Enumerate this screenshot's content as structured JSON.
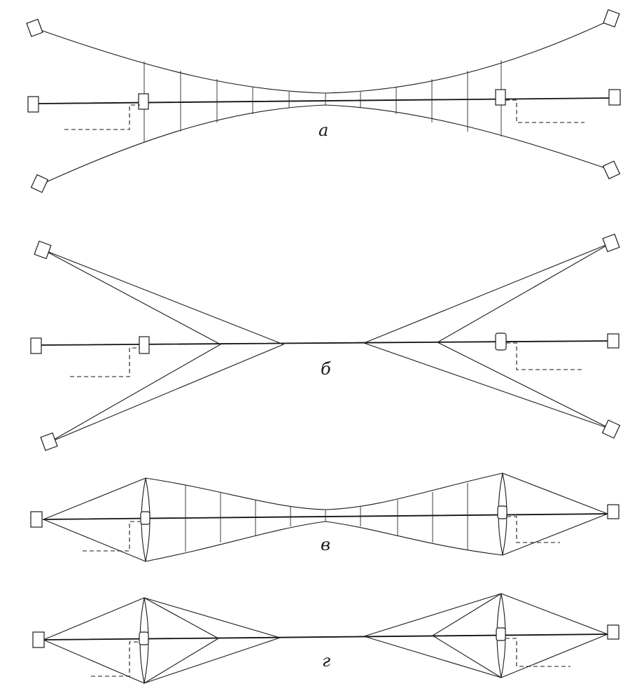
{
  "diagrams": [
    {
      "id": "a",
      "label": "a"
    },
    {
      "id": "b",
      "label": "б"
    },
    {
      "id": "v",
      "label": "в"
    },
    {
      "id": "g",
      "label": "г"
    }
  ]
}
